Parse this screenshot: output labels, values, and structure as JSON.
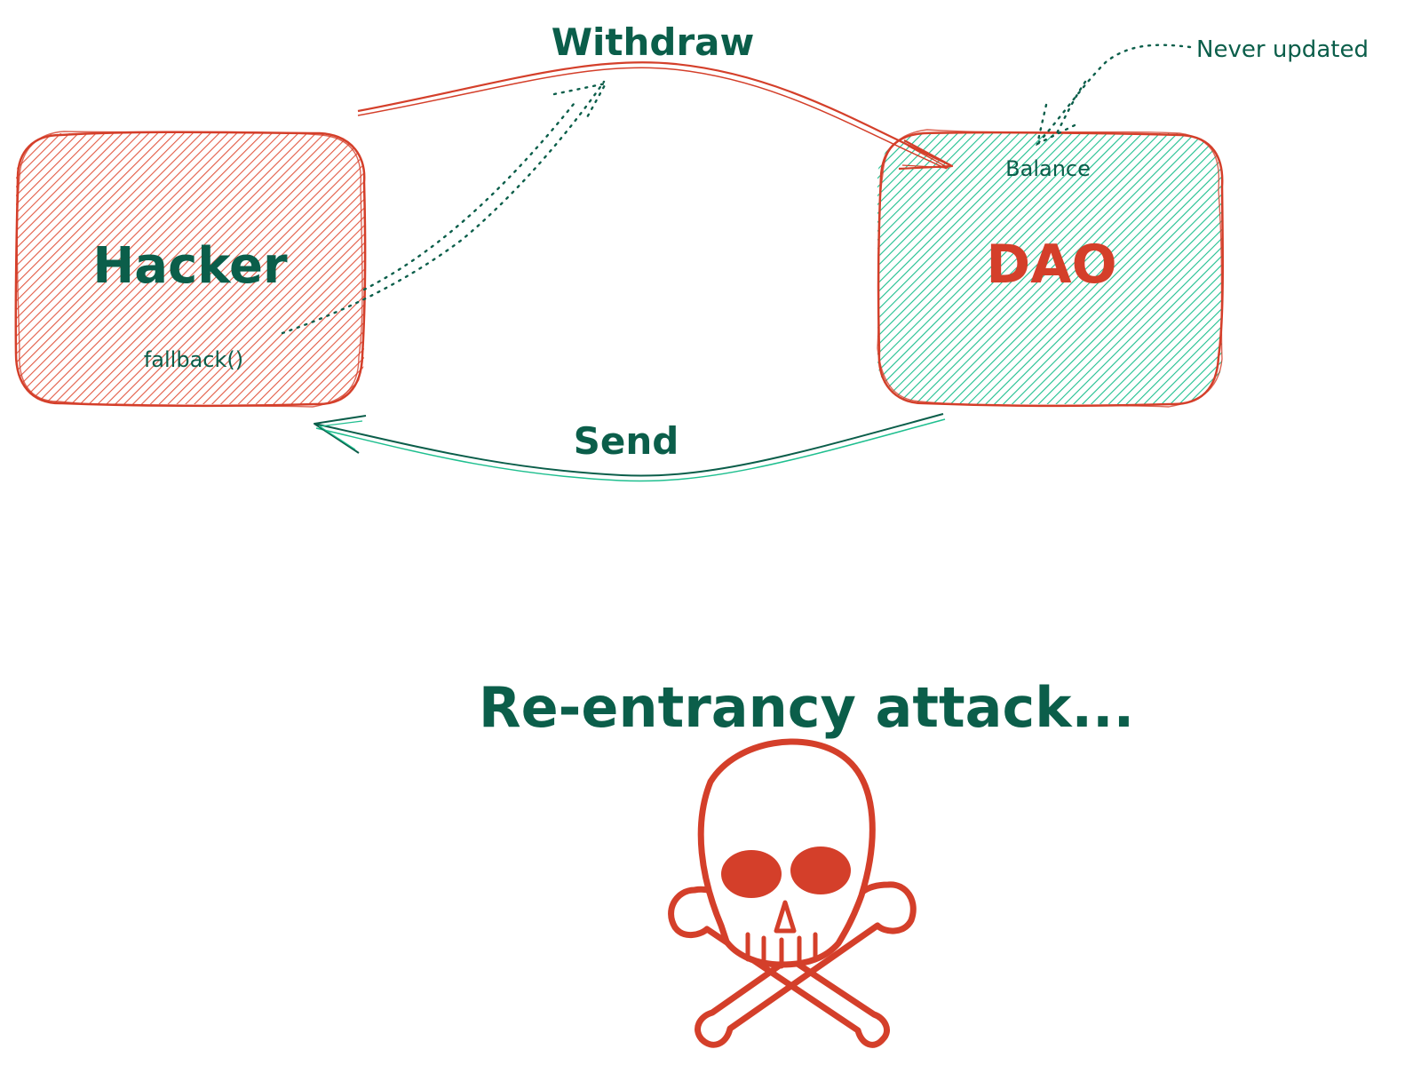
{
  "colors": {
    "red": "#d43f2a",
    "green": "#1fbf8f",
    "dark_green": "#0b5e4a",
    "red_fill": "#e8674f",
    "background": "#ffffff"
  },
  "nodes": {
    "hacker": {
      "label": "Hacker",
      "sub_label": "fallback()"
    },
    "dao": {
      "label": "DAO",
      "sub_label": "Balance"
    }
  },
  "edges": {
    "withdraw": {
      "label": "Withdraw",
      "from": "hacker",
      "to": "dao"
    },
    "send": {
      "label": "Send",
      "from": "dao",
      "to": "hacker"
    }
  },
  "annotations": {
    "never_updated": "Never updated"
  },
  "caption": "Re-entrancy attack...",
  "icons": {
    "skull": "skull-crossbones-icon"
  }
}
